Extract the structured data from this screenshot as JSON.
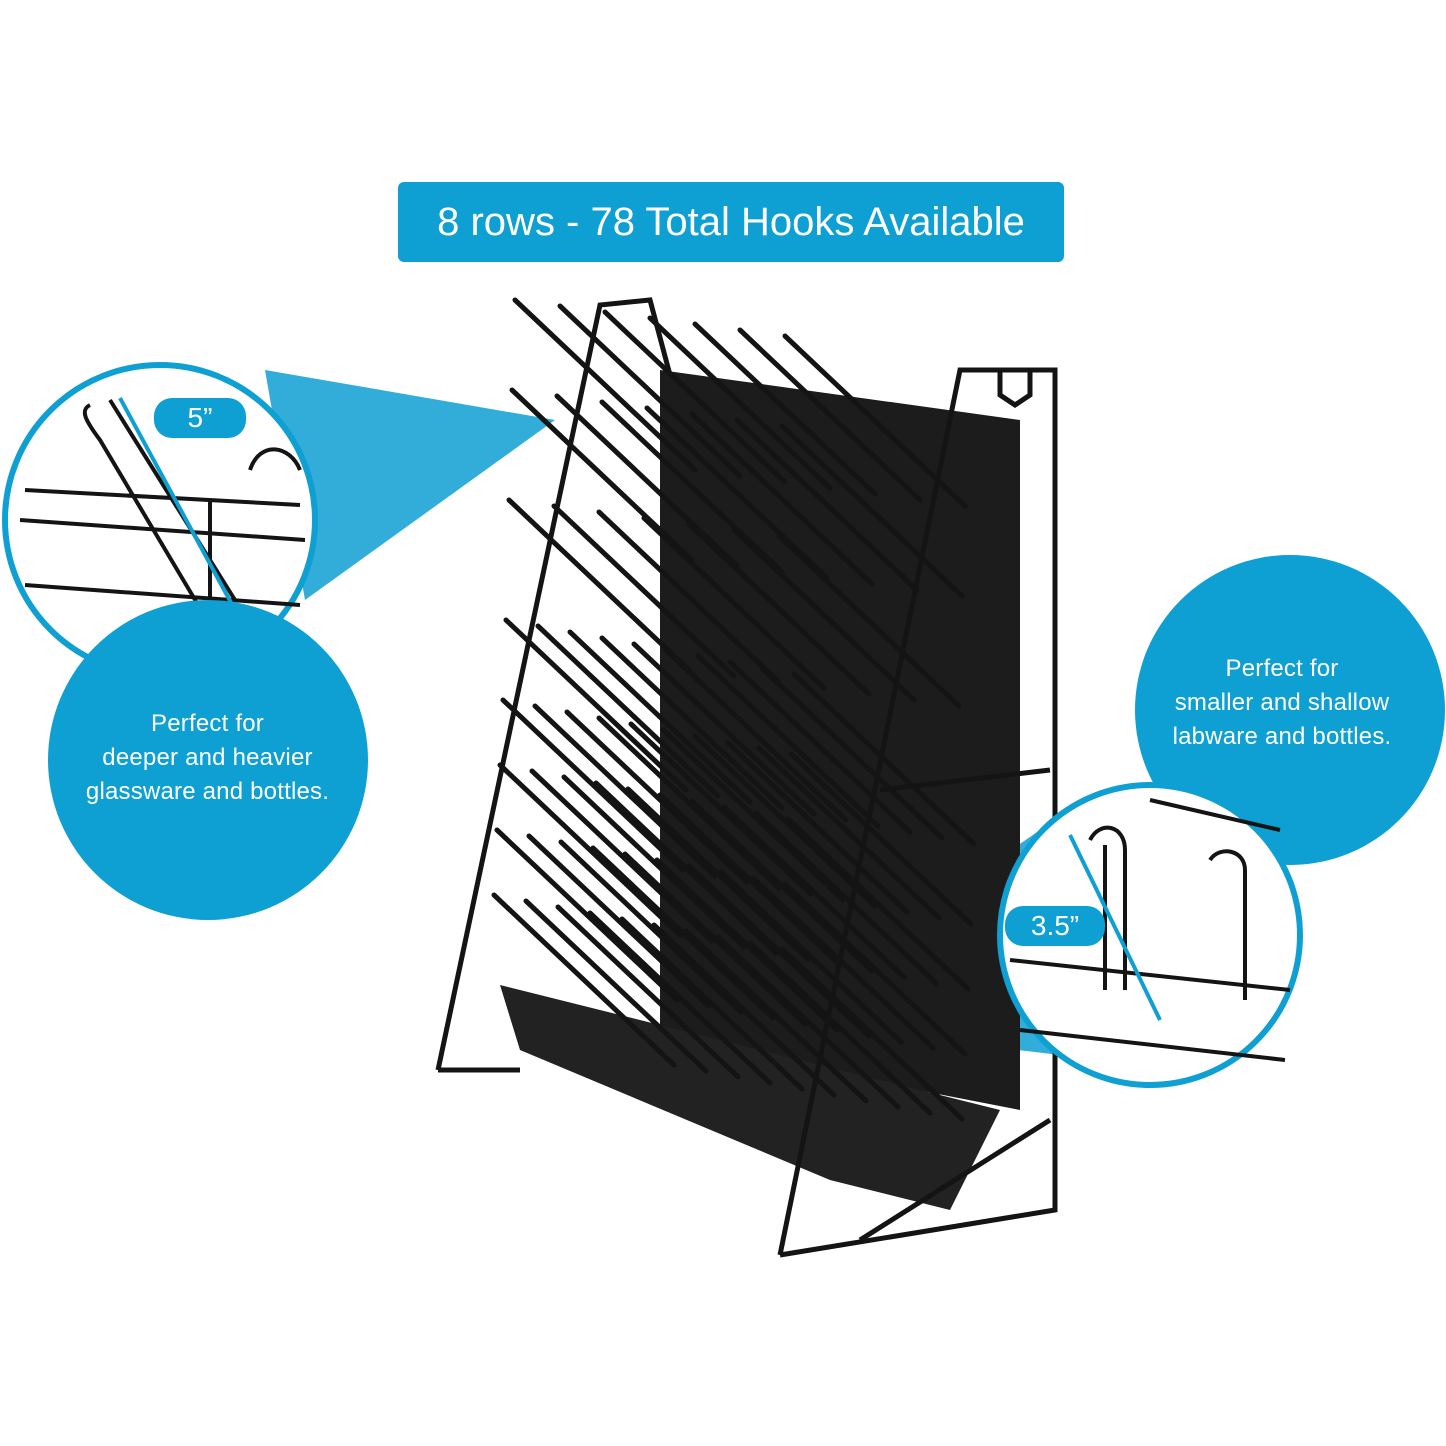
{
  "headline": "8 rows - 78 Total Hooks Available",
  "callouts": {
    "left": {
      "dimension": "5”",
      "lines": [
        "Perfect for",
        "deeper and heavier",
        "glassware and bottles."
      ]
    },
    "right": {
      "dimension": "3.5”",
      "lines": [
        "Perfect for",
        "smaller and shallow",
        "labware and bottles."
      ]
    }
  },
  "colors": {
    "accent": "#0e9fd3",
    "rack": "#141414",
    "tray": "#1e1e1e",
    "background": "#ffffff"
  }
}
